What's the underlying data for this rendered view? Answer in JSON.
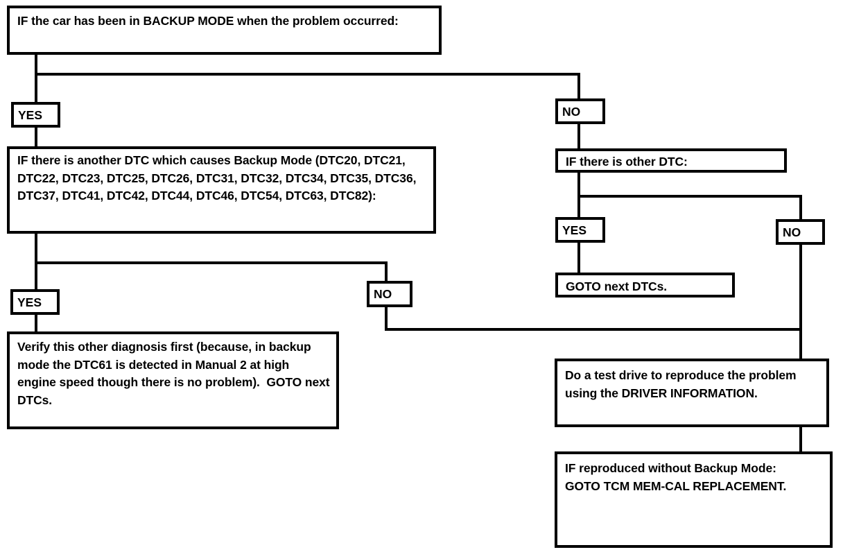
{
  "diagram": {
    "title": "Backup Mode DTC Diagnostic Flowchart",
    "line_color": "#000000",
    "background_color": "#ffffff",
    "nodes": {
      "root_question": "IF the car has been in BACKUP MODE when the problem occurred:",
      "yes_1": "YES",
      "no_1": "NO",
      "another_dtc_question": "IF there is another DTC which causes Backup Mode (DTC20, DTC21, DTC22, DTC23, DTC25, DTC26, DTC31, DTC32, DTC34, DTC35, DTC36, DTC37, DTC41, DTC42, DTC44, DTC46, DTC54, DTC63, DTC82):",
      "yes_2": "YES",
      "no_2": "NO",
      "verify_other_diagnosis": "Verify this other diagnosis first (because, in backup mode the DTC61 is detected in Manual 2 at high engine speed though there is no problem).  GOTO next DTCs.",
      "other_dtc_question": "IF there is other DTC:",
      "yes_3": "YES",
      "no_3": "NO",
      "goto_next_dtcs": "GOTO next DTCs.",
      "test_drive": "Do a test drive to reproduce the problem using the DRIVER INFORMATION.",
      "reproduced_without_backup": "IF reproduced without Backup Mode:\nGOTO TCM MEM-CAL REPLACEMENT."
    },
    "node_text_runs": {
      "another_dtc_question_lines": [
        "IF there is another DTC which causes Backup Mode",
        "(DTC20, DTC21, DTC22, DTC23, DTC25, DTC26, DTC31,",
        "DTC32, DTC34, DTC35, DTC36, DTC37, DTC41, DTC42,",
        "DTC44, DTC46, DTC54, DTC63, DTC82):"
      ],
      "verify_lines": [
        "Verify this other diagnosis first (because,",
        "in backup mode the DTC61 is detected in",
        "Manual 2 at high engine speed though",
        "there is no problem).  GOTO next DTCs."
      ],
      "verify_bold_tail": "next DTCs.",
      "test_drive_lines": [
        "Do a test drive to reproduce the",
        "problem using the DRIVER",
        "INFORMATION."
      ],
      "test_drive_emphasis": "DRIVER INFORMATION.",
      "reproduced_lines": [
        "IF reproduced without Backup",
        "Mode:",
        "GOTO TCM MEM-CAL",
        "REPLACEMENT."
      ],
      "reproduced_emphasis": "TCM MEM-CAL REPLACEMENT.",
      "goto_next_dtcs_emphasis": "next DTCs."
    }
  }
}
